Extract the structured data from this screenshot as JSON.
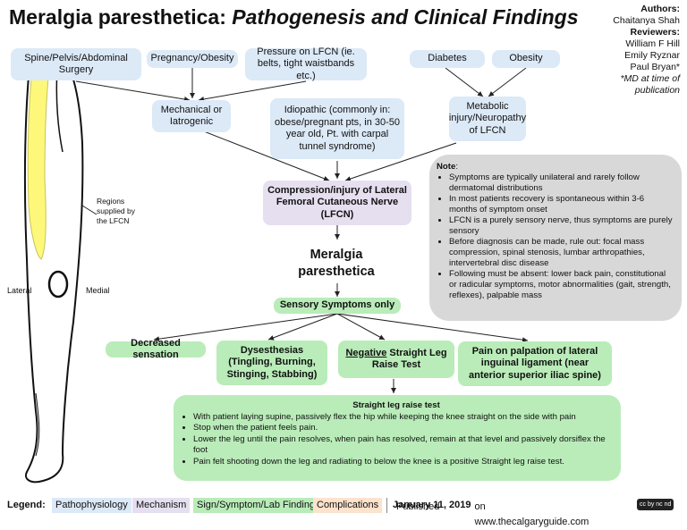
{
  "title": {
    "part1": "Meralgia paresthetica: ",
    "part2": "Pathogenesis and Clinical Findings"
  },
  "authors": {
    "authors_label": "Authors:",
    "author": "Chaitanya Shah",
    "reviewers_label": "Reviewers:",
    "reviewers": [
      "William F Hill",
      "Emily Ryznar",
      "Paul Bryan*"
    ],
    "footnote": "*MD at time of publication"
  },
  "causes": {
    "spine": "Spine/Pelvis/Abdominal Surgery",
    "pregnancy": "Pregnancy/Obesity",
    "pressure": "Pressure on LFCN (ie. belts, tight waistbands etc.)",
    "diabetes": "Diabetes",
    "obesity": "Obesity",
    "mechanical": "Mechanical or Iatrogenic",
    "idiopathic": "Idiopathic (commonly in: obese/pregnant pts, in 30-50 year old, Pt. with carpal tunnel syndrome)",
    "metabolic": "Metabolic injury/Neuropathy of LFCN"
  },
  "central": {
    "compression": "Compression/injury of Lateral Femoral Cutaneous Nerve (LFCN)",
    "diagnosis": "Meralgia paresthetica",
    "sensory": "Sensory Symptoms only"
  },
  "findings": {
    "decreased": "Decreased sensation",
    "dysesthesias": "Dysesthesias (Tingling, Burning, Stinging, Stabbing)",
    "negative_word": "Negative",
    "slr_rest": " Straight Leg Raise Test",
    "pain": "Pain on palpation of lateral inguinal ligament (near anterior superior iliac spine)"
  },
  "note": {
    "heading": "Note",
    "items": [
      "Symptoms are typically unilateral and rarely follow dermatomal distributions",
      "In most patients recovery is spontaneous within 3-6 months of symptom onset",
      "LFCN is a purely sensory nerve, thus symptoms are purely sensory",
      "Before diagnosis can be made, rule out: focal mass compression, spinal stenosis, lumbar arthropathies, intervertebral disc disease",
      "Following must be absent: lower back pain, constitutional or radicular symptoms, motor abnormalities (gait, strength, reflexes), palpable mass"
    ]
  },
  "slr": {
    "heading": "Straight leg raise test",
    "items": [
      "With patient laying supine, passively flex the hip while keeping the knee straight on the side with pain",
      "Stop when the patient feels pain.",
      "Lower the leg until the pain resolves, when pain has resolved, remain at that level and passively dorsiflex the foot",
      "Pain felt shooting down the leg and radiating to below the knee is a positive Straight leg raise test."
    ]
  },
  "leg": {
    "regions": "Regions supplied by the LFCN",
    "lateral": "Lateral",
    "medial": "Medial"
  },
  "legend": {
    "label": "Legend:",
    "pathophysiology": "Pathophysiology",
    "mechanism": "Mechanism",
    "sign": "Sign/Symptom/Lab Finding",
    "complications": "Complications",
    "published_prefix": "Published ",
    "date": "January 11, 2019",
    "published_suffix": " on www.thecalgaryguide.com",
    "cc": "cc by nc nd"
  },
  "colors": {
    "pathophysiology": "#dce9f7",
    "mechanism": "#e6dff0",
    "sign": "#b9ecb9",
    "complications": "#fde2cc",
    "note": "#d8d8d8"
  }
}
